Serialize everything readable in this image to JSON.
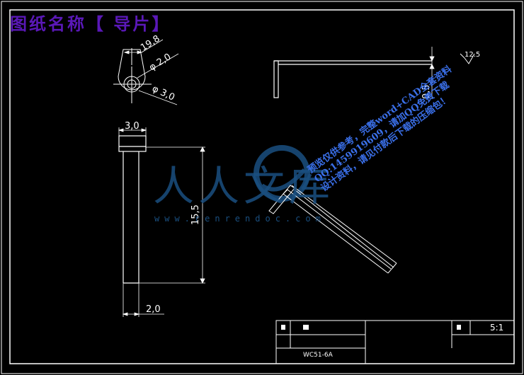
{
  "title": "图纸名称【 导片】",
  "watermark": {
    "brand": "人人文库",
    "url": "www.renrendoc.com"
  },
  "promo_lines": [
    "预览仅供参考，完整word+CAD全套资料",
    "QQ:1459919609，请加QQ免费下载",
    "设计资料，请见付款后下载的压缩包！"
  ],
  "dimensions": {
    "d_19_8": "19,8",
    "phi_2": "φ 2,0",
    "phi_3": "φ 3,0",
    "width_3": "3,0",
    "height_15_5": "15,5",
    "thick_2": "2,0",
    "t_0_5": "0,5",
    "roughness": "12.5"
  },
  "title_block": {
    "scale": "5:1",
    "drawing_no": "WC51-6A"
  }
}
